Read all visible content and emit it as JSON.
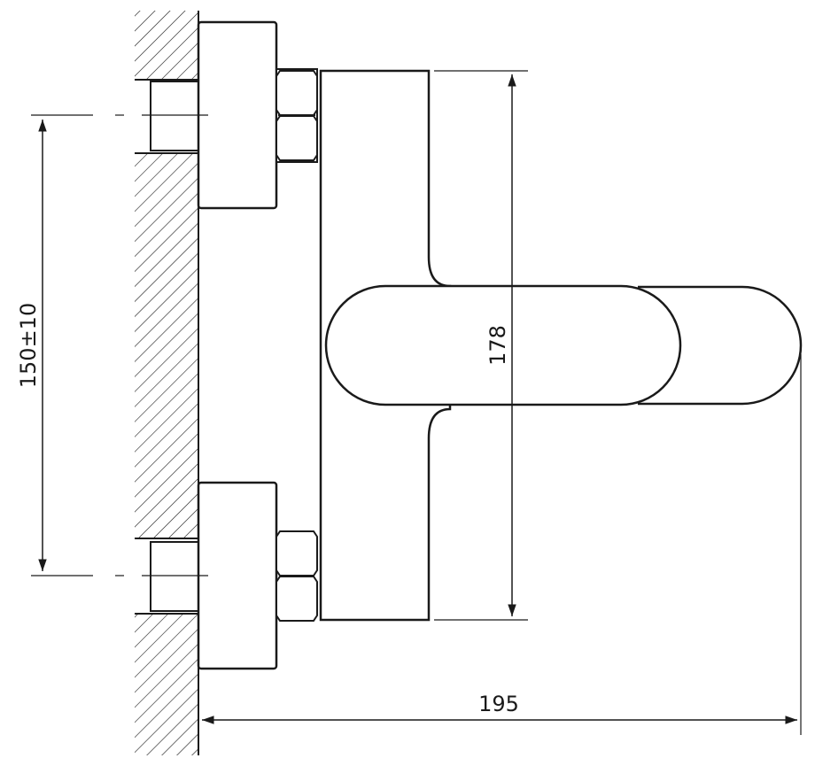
{
  "dimensions": {
    "inlet_spacing": "150±10",
    "body_height": "178",
    "total_projection": "195"
  },
  "colors": {
    "line": "#1a1a1a",
    "background": "#ffffff"
  }
}
